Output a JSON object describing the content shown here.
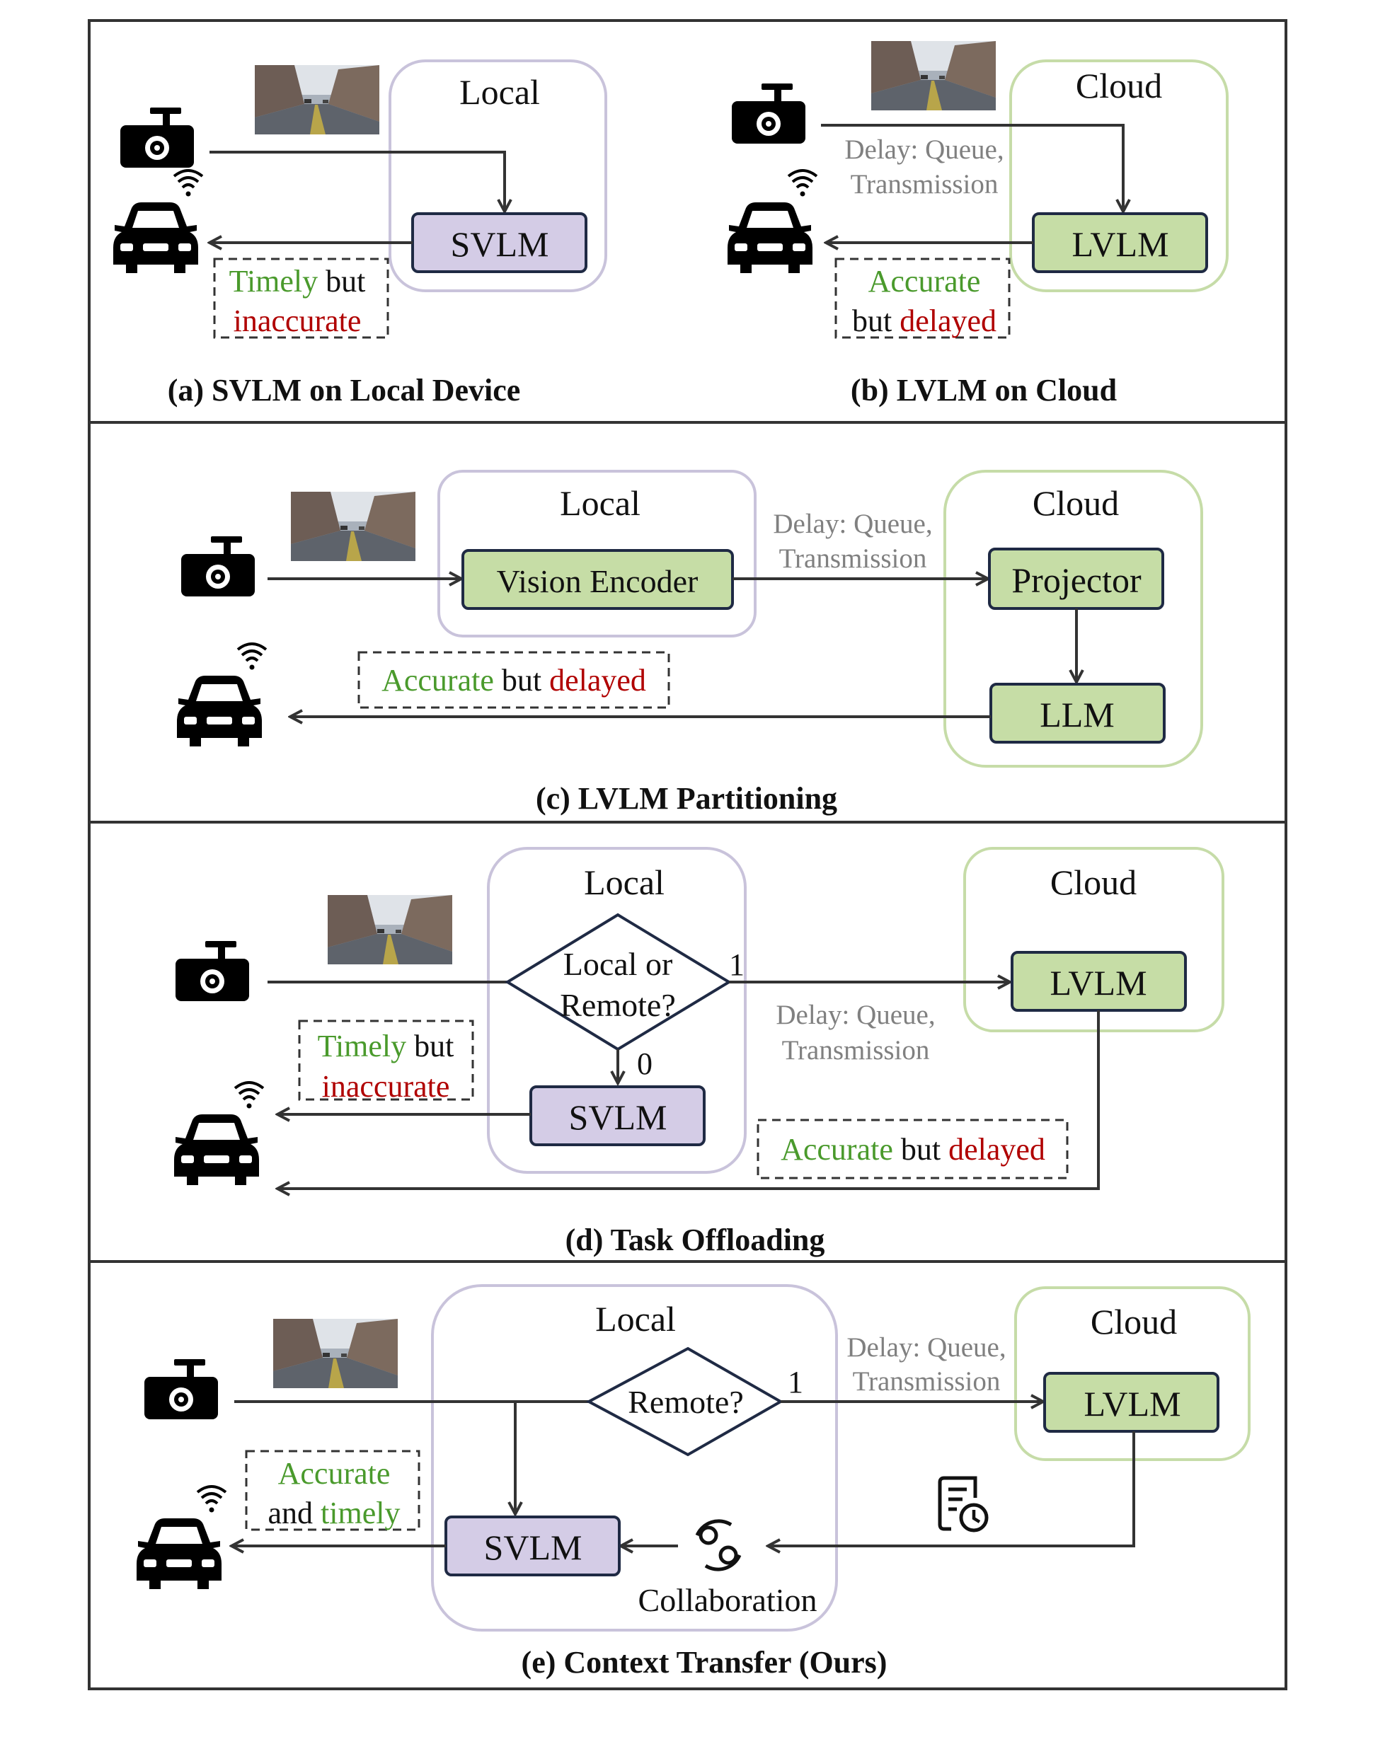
{
  "panels": {
    "a": {
      "caption": "(a) SVLM on Local Device",
      "region": "Local",
      "model": "SVLM",
      "note": {
        "good": "Timely",
        "mid": " but",
        "bad": "inaccurate"
      }
    },
    "b": {
      "caption": "(b) LVLM on Cloud",
      "region": "Cloud",
      "model": "LVLM",
      "delay_line1": "Delay: Queue,",
      "delay_line2": "Transmission",
      "note": {
        "good": "Accurate",
        "mid": "but ",
        "bad": "delayed"
      }
    },
    "c": {
      "caption": "(c) LVLM Partitioning",
      "region_local": "Local",
      "region_cloud": "Cloud",
      "encoder": "Vision Encoder",
      "projector": "Projector",
      "llm": "LLM",
      "delay_line1": "Delay: Queue,",
      "delay_line2": "Transmission",
      "note": {
        "good": "Accurate",
        "mid": " but ",
        "bad": "delayed"
      }
    },
    "d": {
      "caption": "(d) Task Offloading",
      "region_local": "Local",
      "region_cloud": "Cloud",
      "decision_line1": "Local or",
      "decision_line2": "Remote?",
      "branch_remote": "1",
      "branch_local": "0",
      "local_model": "SVLM",
      "cloud_model": "LVLM",
      "delay_line1": "Delay: Queue,",
      "delay_line2": "Transmission",
      "note_local": {
        "good": "Timely",
        "mid": " but",
        "bad": "inaccurate"
      },
      "note_cloud": {
        "good": "Accurate",
        "mid": " but ",
        "bad": "delayed"
      }
    },
    "e": {
      "caption": "(e) Context Transfer (Ours)",
      "region_local": "Local",
      "region_cloud": "Cloud",
      "decision": "Remote?",
      "branch_remote": "1",
      "local_model": "SVLM",
      "cloud_model": "LVLM",
      "collab_label": "Collaboration",
      "delay_line1": "Delay: Queue,",
      "delay_line2": "Transmission",
      "note": {
        "good1": "Accurate",
        "mid": "and ",
        "good2": "timely"
      }
    }
  },
  "icons": [
    "dashcam-icon",
    "connected-car-icon",
    "street-photo-thumbnail",
    "collaboration-icon",
    "document-clock-icon"
  ],
  "colors": {
    "good_text": "#4a9a2c",
    "bad_text": "#b00000",
    "local_fill": "#d4cce6",
    "cloud_fill": "#c6dda6"
  }
}
